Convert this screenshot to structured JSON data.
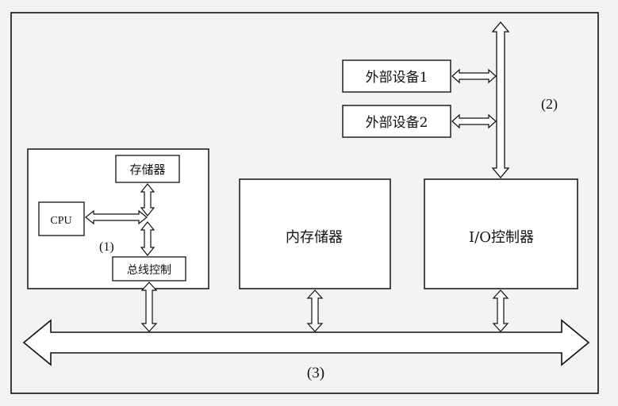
{
  "diagram": {
    "labels": {
      "cpu": "CPU",
      "memory_local": "存储器",
      "bus_control": "总线控制",
      "tag_1": "(1)",
      "ext_device_1": "外部设备1",
      "ext_device_2": "外部设备2",
      "tag_2": "(2)",
      "main_memory": "内存储器",
      "io_controller": "I/O控制器",
      "tag_3": "(3)"
    },
    "colors": {
      "stroke": "#111111",
      "fill": "#ffffff",
      "background": "#f3f3f3"
    }
  }
}
